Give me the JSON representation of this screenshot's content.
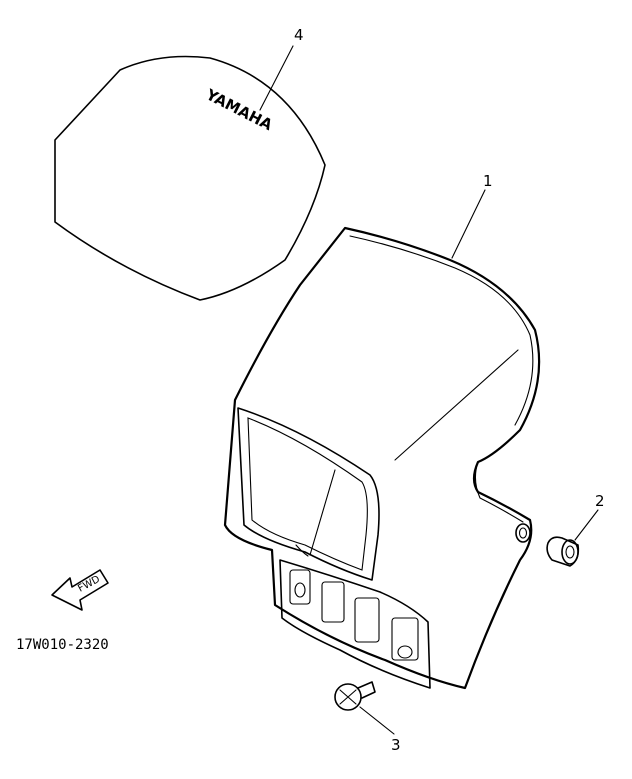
{
  "callouts": {
    "part_1": "1",
    "part_2": "2",
    "part_3": "3",
    "part_4": "4"
  },
  "decal_logo": "YAMAHA",
  "direction_label": "FWD",
  "drawing_code": "17W010-2320"
}
